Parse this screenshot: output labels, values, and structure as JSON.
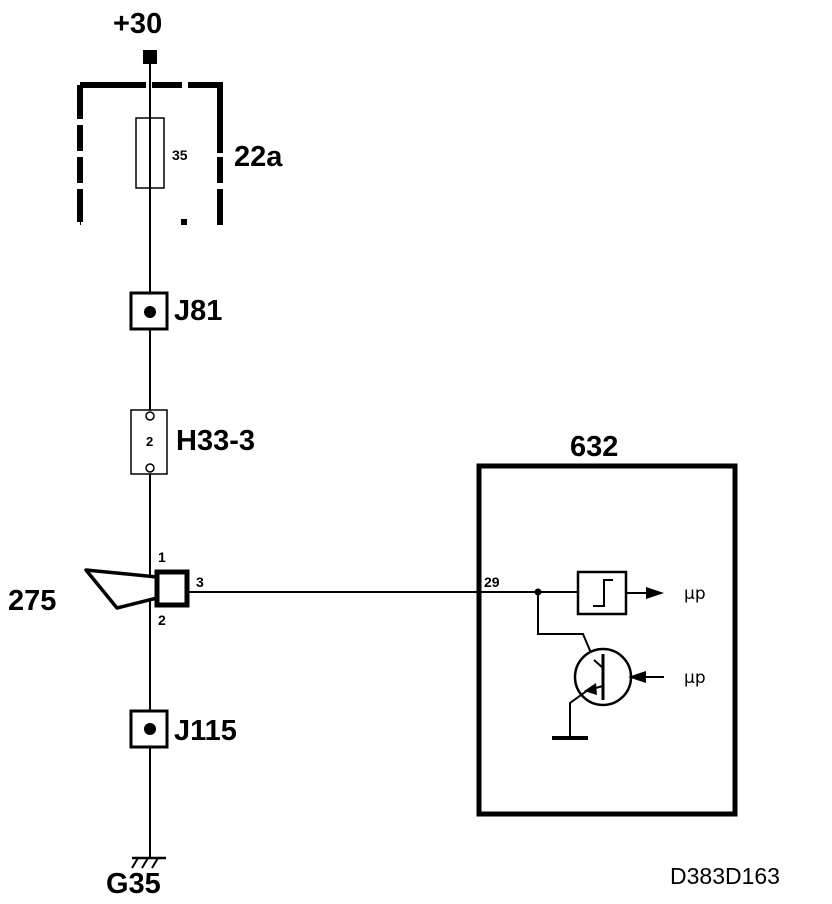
{
  "diagram": {
    "supply_label": "+30",
    "fuse": {
      "rating": "35",
      "label": "22a"
    },
    "junction_j81": "J81",
    "connector_h33": {
      "pin": "2",
      "label": "H33-3"
    },
    "horn_switch": {
      "label": "275",
      "pin1": "1",
      "pin2": "2",
      "pin3": "3"
    },
    "junction_j115": "J115",
    "ground_label": "G35",
    "module": {
      "label": "632",
      "input_pin": "29",
      "output_label": "µp",
      "control_label": "µp"
    },
    "figure_id": "D383D163"
  }
}
